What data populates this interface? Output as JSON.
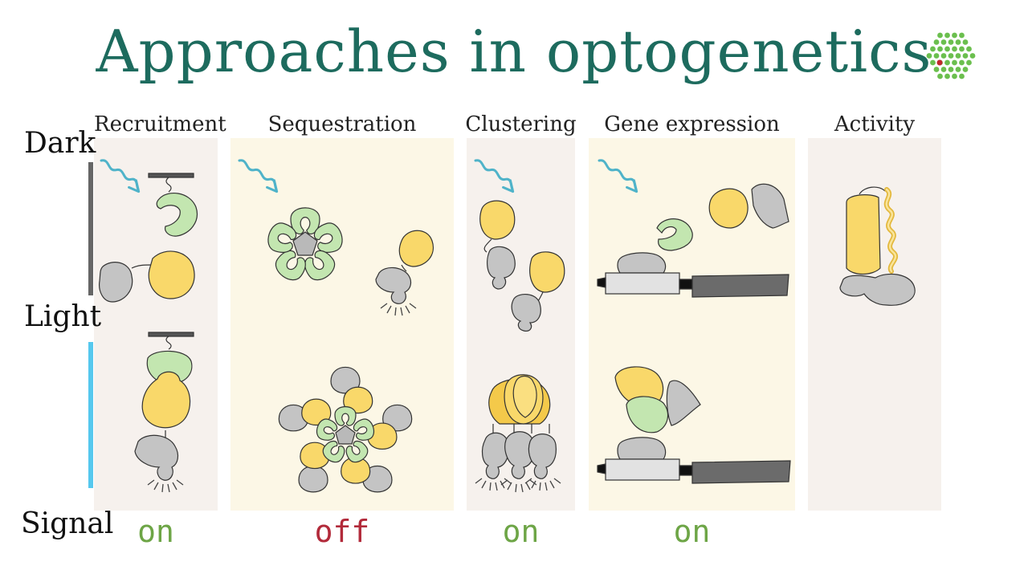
{
  "title": "Approaches in optogenetics",
  "rows": {
    "dark": "Dark",
    "light": "Light",
    "signal": "Signal"
  },
  "columns": [
    {
      "name": "Recruitment",
      "signal": "on"
    },
    {
      "name": "Sequestration",
      "signal": "off"
    },
    {
      "name": "Clustering",
      "signal": "on"
    },
    {
      "name": "Gene expression",
      "signal": "on"
    },
    {
      "name": "Activity",
      "signal": ""
    }
  ],
  "colors": {
    "title": "#1d6b5e",
    "on": "#6da546",
    "off": "#b22a3a",
    "yellow": "#f9d86a",
    "green": "#c3e6b0",
    "gray": "#c4c4c4",
    "dark_gray": "#6b6b6b",
    "light_arrow": "#4fb3c9",
    "panel_pink": "#f6f1ed",
    "panel_cream": "#fcf7e6",
    "dark_bar": "#666666",
    "light_bar": "#56c8ee"
  },
  "icons": [
    "light-wave-icon",
    "honeycomb-logo-icon"
  ]
}
